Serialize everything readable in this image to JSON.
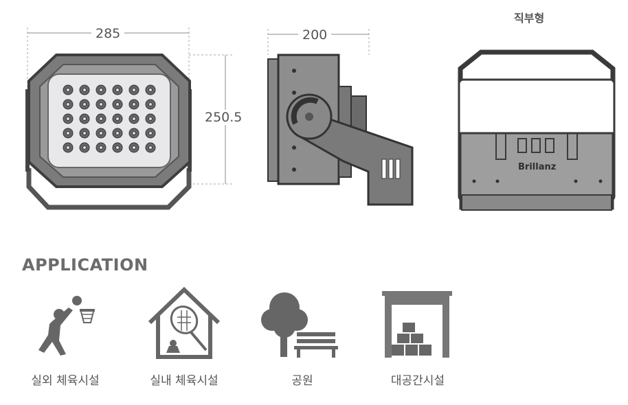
{
  "dimensions": {
    "width": "285",
    "depth": "200",
    "height": "250.5"
  },
  "variant_title": "직부형",
  "logo_text": "Brillanz",
  "application": {
    "heading": "APPLICATION",
    "items": [
      {
        "label": "실외 체육시설",
        "icon": "basketball-player-icon"
      },
      {
        "label": "실내 체육시설",
        "icon": "badminton-hall-icon"
      },
      {
        "label": "공원",
        "icon": "park-tree-bench-icon"
      },
      {
        "label": "대공간시설",
        "icon": "warehouse-boxes-icon"
      }
    ]
  }
}
